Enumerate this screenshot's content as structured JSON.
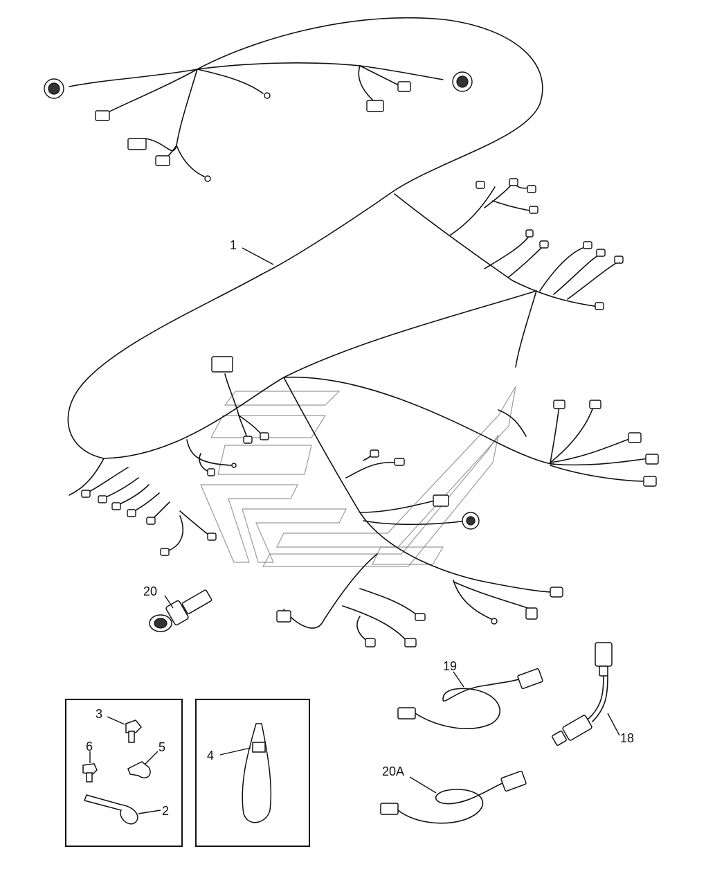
{
  "callouts": {
    "harness": "1",
    "clip": "2",
    "bolt": "3",
    "cable_tie": "4",
    "clamp": "5",
    "screw": "6",
    "temp_sensor": "18",
    "sensor_19": "19",
    "pressure_switch": "20",
    "sensor_20a": "20A"
  },
  "icons": {
    "watermark": "company-logo-watermark"
  }
}
